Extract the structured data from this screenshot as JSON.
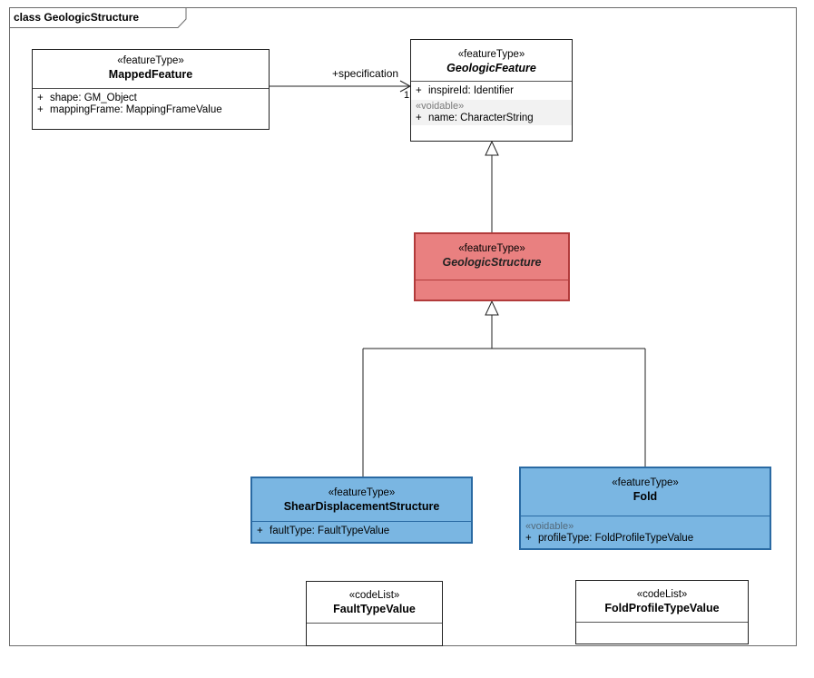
{
  "frame": {
    "title": "class GeologicStructure"
  },
  "classes": {
    "mapped_feature": {
      "stereotype": "«featureType»",
      "name": "MappedFeature",
      "attributes": [
        {
          "vis": "+",
          "text": "shape:  GM_Object"
        },
        {
          "vis": "+",
          "text": "mappingFrame:  MappingFrameValue"
        }
      ]
    },
    "geologic_feature": {
      "stereotype": "«featureType»",
      "name": "GeologicFeature",
      "attributes": [
        {
          "vis": "+",
          "text": "inspireId:  Identifier"
        }
      ],
      "voidable": "«voidable»",
      "voidable_attributes": [
        {
          "vis": "+",
          "text": "name:  CharacterString"
        }
      ]
    },
    "geologic_structure": {
      "stereotype": "«featureType»",
      "name": "GeologicStructure"
    },
    "shear_displacement_structure": {
      "stereotype": "«featureType»",
      "name": "ShearDisplacementStructure",
      "attributes": [
        {
          "vis": "+",
          "text": "faultType:  FaultTypeValue"
        }
      ]
    },
    "fold": {
      "stereotype": "«featureType»",
      "name": "Fold",
      "voidable": "«voidable»",
      "voidable_attributes": [
        {
          "vis": "+",
          "text": "profileType:  FoldProfileTypeValue"
        }
      ]
    },
    "fault_type_value": {
      "stereotype": "«codeList»",
      "name": "FaultTypeValue"
    },
    "fold_profile_type_value": {
      "stereotype": "«codeList»",
      "name": "FoldProfileTypeValue"
    }
  },
  "association": {
    "role": "+specification",
    "multiplicity": "1"
  },
  "colors": {
    "abstract_highlight": "#e98080",
    "subtype_highlight": "#7ab6e2"
  }
}
